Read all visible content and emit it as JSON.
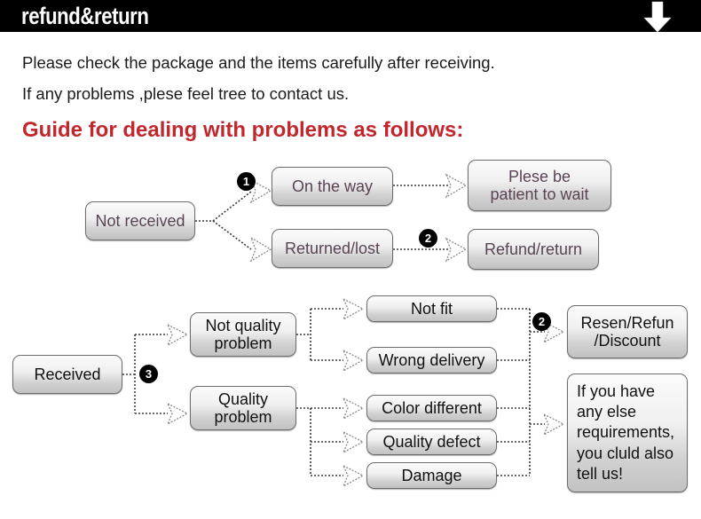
{
  "header": {
    "title": "refund&return",
    "arrow_icon": "down-arrow-icon"
  },
  "intro": {
    "line1": "Please check the package and the items carefully after receiving.",
    "line2": "If any problems ,plese feel tree to contact us.",
    "guide_heading": "Guide for dealing with problems as follows:"
  },
  "colors": {
    "header_background": "#000000",
    "header_text": "#ffffff",
    "heading_red": "#c1272d",
    "box_text_purple": "#5a4356",
    "box_text_black": "#111111",
    "badge_background": "#000000",
    "badge_text": "#ffffff",
    "connector": "#3a3a3a"
  },
  "flow_not_received": {
    "badges": [
      "1",
      "2"
    ],
    "source": {
      "label": "Not received"
    },
    "middle": [
      {
        "label": "On the way"
      },
      {
        "label": "Returned/lost"
      }
    ],
    "outcomes": [
      {
        "label": "Plese be\npatient to wait",
        "line1": "Plese be",
        "line2": "patient to wait"
      },
      {
        "label": "Refund/return"
      }
    ]
  },
  "flow_received": {
    "badges": [
      "3",
      "2"
    ],
    "source": {
      "label": "Received"
    },
    "categories": [
      {
        "label": "Not quality problem",
        "line1": "Not quality",
        "line2": "problem"
      },
      {
        "label": "Quality problem",
        "line1": "Quality",
        "line2": "problem"
      }
    ],
    "issues": [
      {
        "label": "Not fit"
      },
      {
        "label": "Wrong delivery"
      },
      {
        "label": "Color different"
      },
      {
        "label": "Quality defect"
      },
      {
        "label": "Damage"
      }
    ],
    "outcomes": [
      {
        "label": "Resen/Refun /Discount",
        "line1": "Resen/Refun",
        "line2": "/Discount"
      },
      {
        "label": "If you have any else requirements, you cluld also tell us!",
        "line1": "If you have",
        "line2": "any else",
        "line3": "requirements,",
        "line4": "you cluld also",
        "line5": "tell us!"
      }
    ]
  }
}
